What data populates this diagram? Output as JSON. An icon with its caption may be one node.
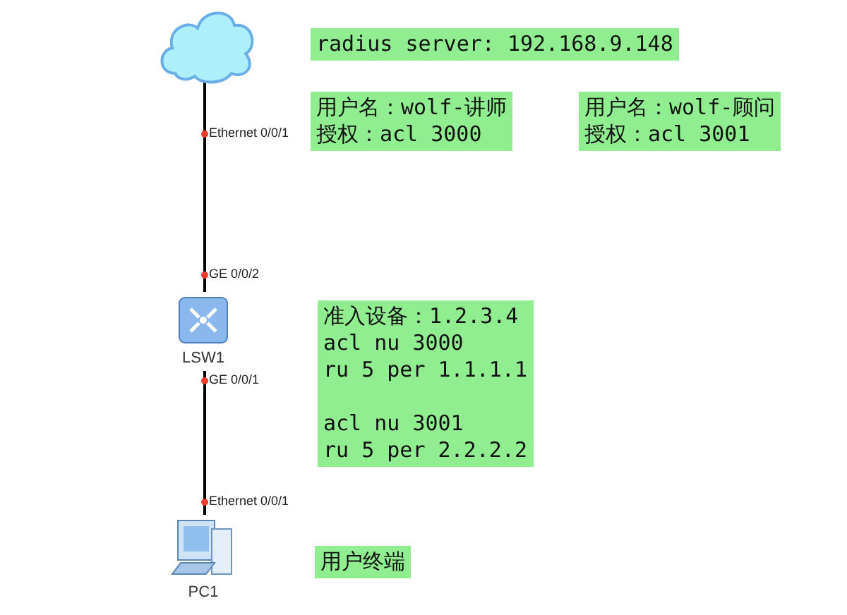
{
  "diagram": {
    "nodes": [
      {
        "text": [],
        "shape": "cloud"
      },
      {
        "text": [
          "radius server: 192.168.9.148"
        ]
      },
      {
        "text": [
          "用户名：wolf-讲师",
          "授权：acl 3000"
        ]
      },
      {
        "text": [
          "用户名：wolf-顾问",
          "授权：acl 3001"
        ]
      },
      {
        "text": [
          "LSW1"
        ]
      },
      {
        "text": [
          "准入设备：1.2.3.4",
          "acl nu 3000",
          "ru 5 per 1.1.1.1",
          "acl nu 3001",
          "ru 5 per 2.2.2.2"
        ]
      },
      {
        "text": [
          "PC1"
        ]
      },
      {
        "text": [
          "用户终端"
        ]
      }
    ],
    "edges": [
      {
        "from": 0,
        "to": 4,
        "arrow": "none"
      },
      {
        "from": 4,
        "to": 6,
        "arrow": "none"
      }
    ],
    "labels": [
      "Ethernet 0/0/1",
      "GE 0/0/2",
      "GE 0/0/1",
      "Ethernet 0/0/1"
    ]
  }
}
